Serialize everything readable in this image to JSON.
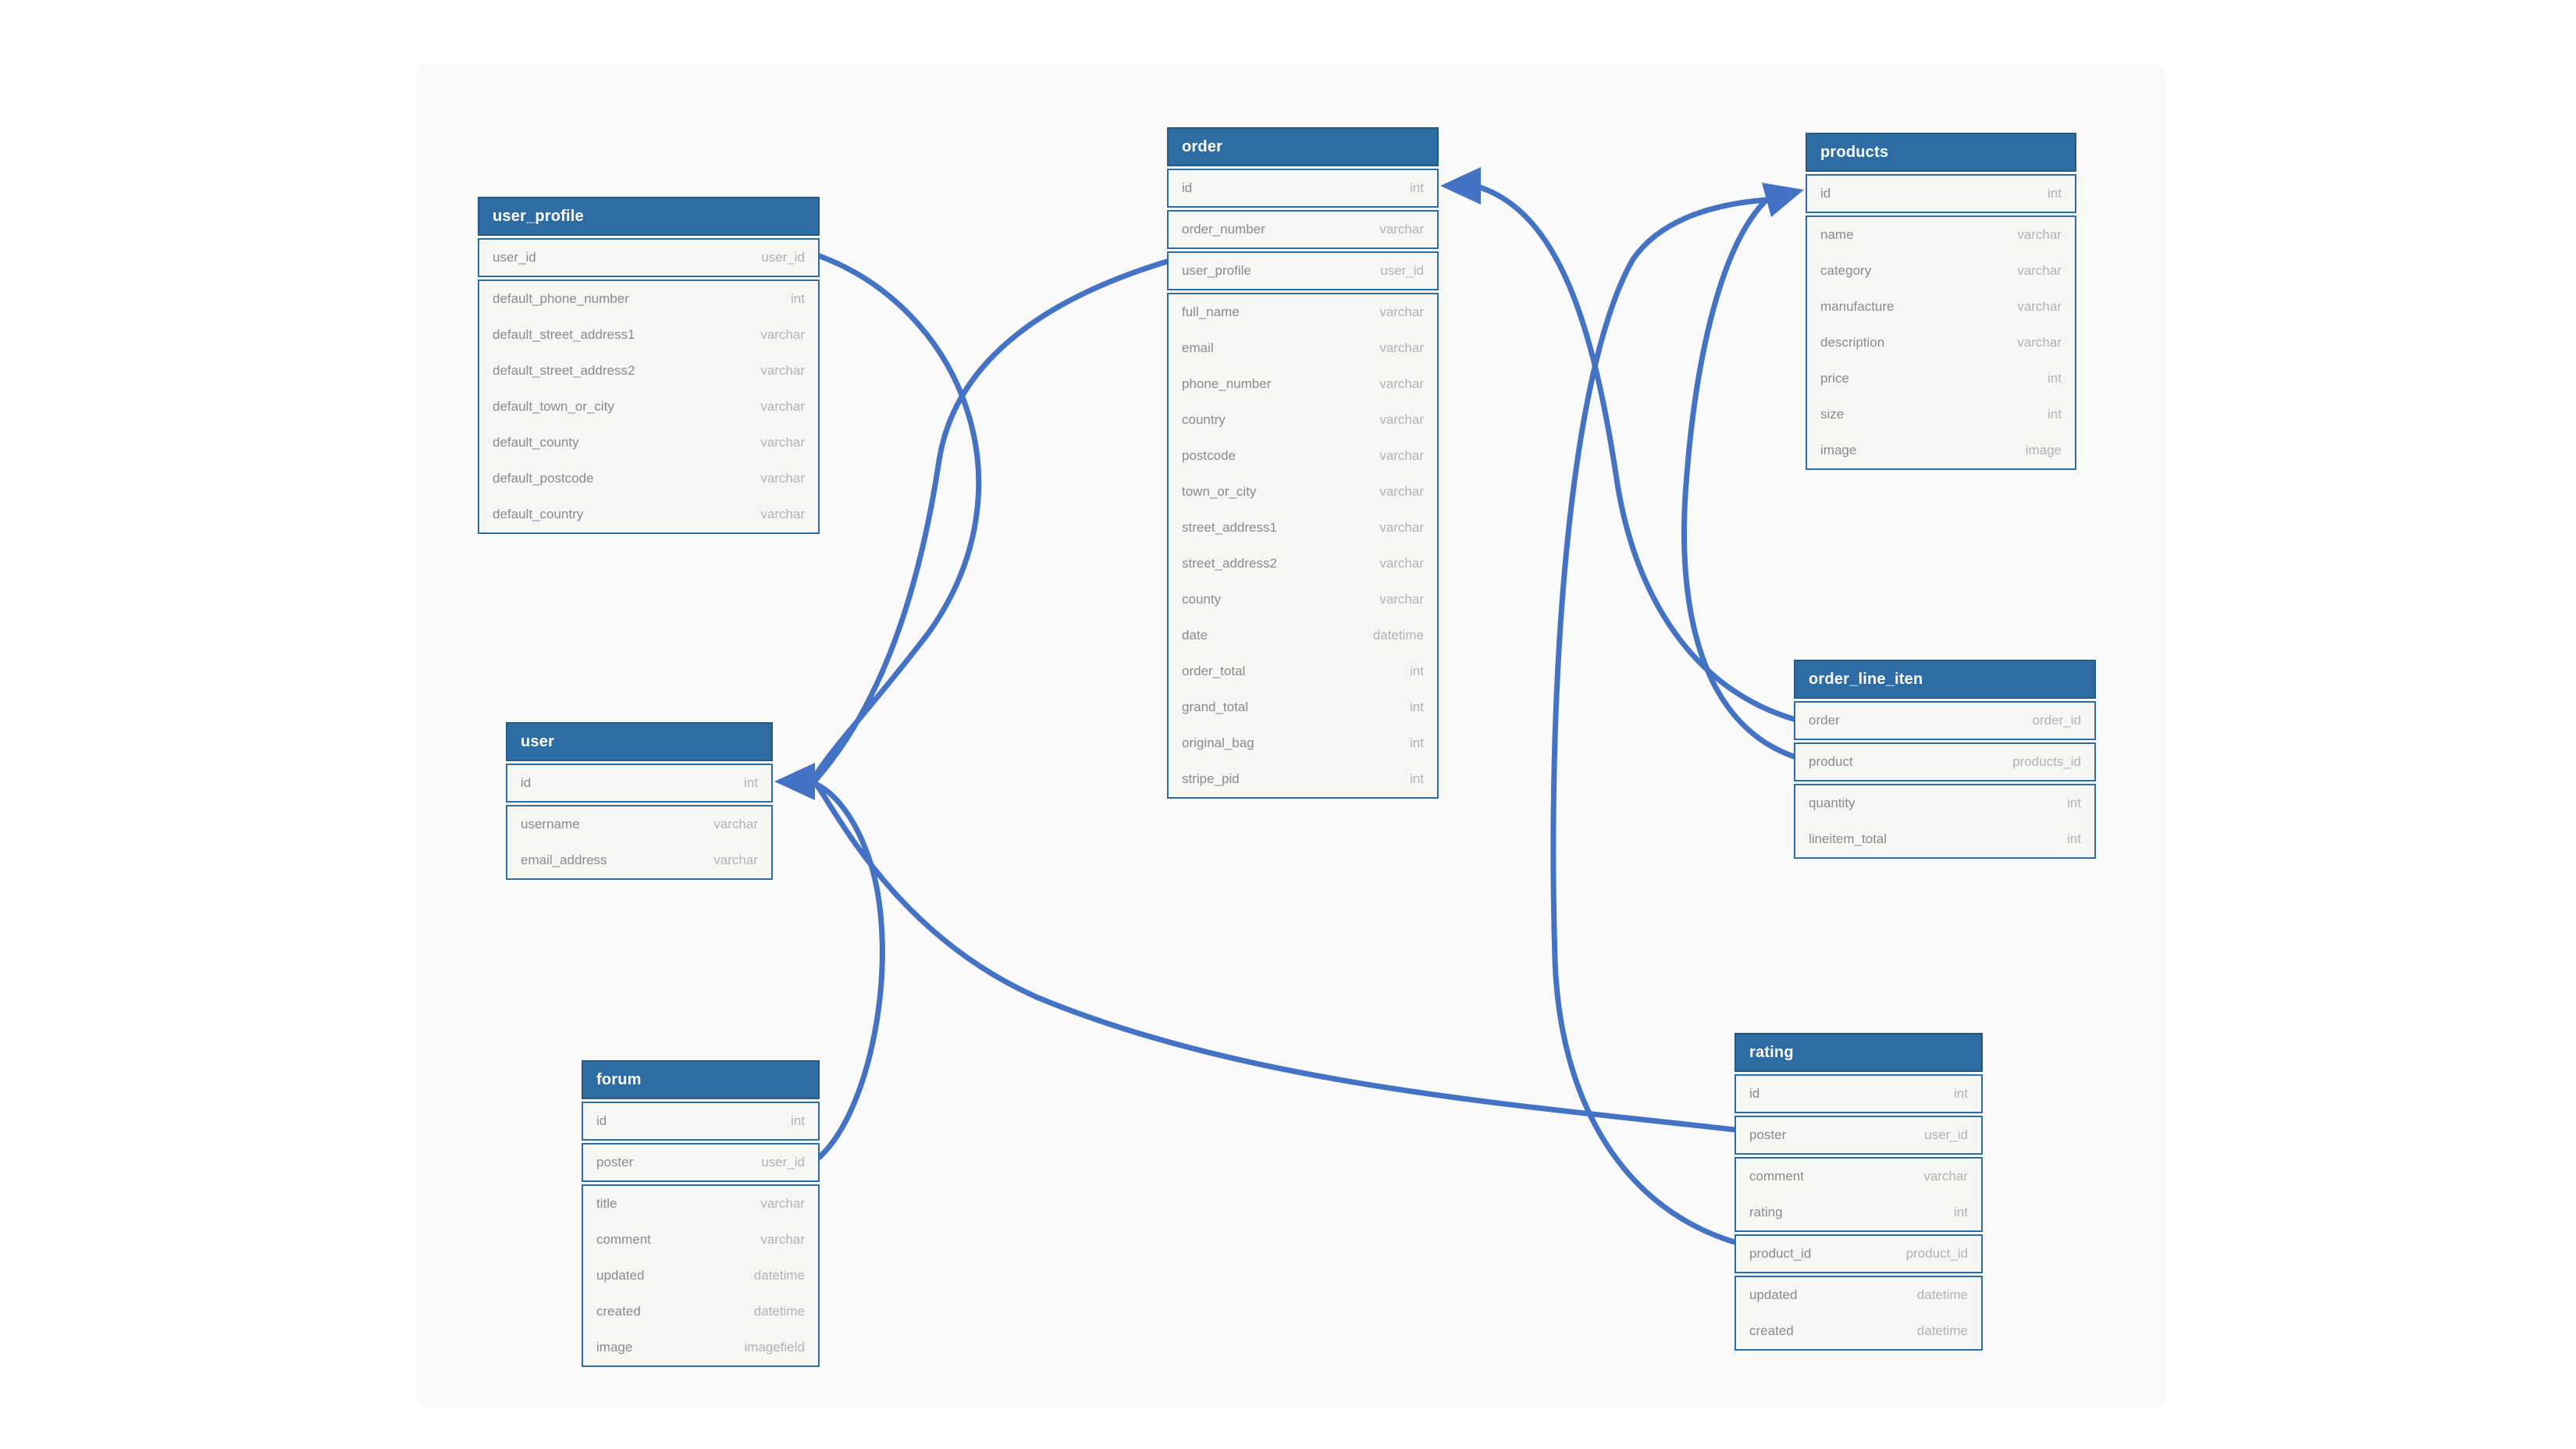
{
  "diagram": {
    "type": "entity-relationship-schema",
    "colors": {
      "header": "#2e6da4",
      "header_border": "#255a85",
      "border": "#2e6da4",
      "row_bg": "#f6f6f5",
      "canvas": "#fafafa",
      "wire": "#4472c4",
      "field_text": "#8b8b8b",
      "type_text": "#b3b3b3",
      "header_text": "#ffffff"
    }
  },
  "tables": [
    {
      "name": "user_profile",
      "fields": [
        {
          "name": "user_id",
          "type": "user_id",
          "boxed": true
        },
        {
          "name": "default_phone_number",
          "type": "int",
          "boxed": false
        },
        {
          "name": "default_street_address1",
          "type": "varchar",
          "boxed": false
        },
        {
          "name": "default_street_address2",
          "type": "varchar",
          "boxed": false
        },
        {
          "name": "default_town_or_city",
          "type": "varchar",
          "boxed": false
        },
        {
          "name": "default_county",
          "type": "varchar",
          "boxed": false
        },
        {
          "name": "default_postcode",
          "type": "varchar",
          "boxed": false
        },
        {
          "name": "default_country",
          "type": "varchar",
          "boxed": false
        }
      ]
    },
    {
      "name": "order",
      "fields": [
        {
          "name": "id",
          "type": "int",
          "boxed": true
        },
        {
          "name": "order_number",
          "type": "varchar",
          "boxed": true
        },
        {
          "name": "user_profile",
          "type": "user_id",
          "boxed": true
        },
        {
          "name": "full_name",
          "type": "varchar",
          "boxed": false
        },
        {
          "name": "email",
          "type": "varchar",
          "boxed": false
        },
        {
          "name": "phone_number",
          "type": "varchar",
          "boxed": false
        },
        {
          "name": "country",
          "type": "varchar",
          "boxed": false
        },
        {
          "name": "postcode",
          "type": "varchar",
          "boxed": false
        },
        {
          "name": "town_or_city",
          "type": "varchar",
          "boxed": false
        },
        {
          "name": "street_address1",
          "type": "varchar",
          "boxed": false
        },
        {
          "name": "street_address2",
          "type": "varchar",
          "boxed": false
        },
        {
          "name": "county",
          "type": "varchar",
          "boxed": false
        },
        {
          "name": "date",
          "type": "datetime",
          "boxed": false
        },
        {
          "name": "order_total",
          "type": "int",
          "boxed": false
        },
        {
          "name": "grand_total",
          "type": "int",
          "boxed": false
        },
        {
          "name": "original_bag",
          "type": "int",
          "boxed": false
        },
        {
          "name": "stripe_pid",
          "type": "int",
          "boxed": false
        }
      ]
    },
    {
      "name": "products",
      "fields": [
        {
          "name": "id",
          "type": "int",
          "boxed": true
        },
        {
          "name": "name",
          "type": "varchar",
          "boxed": false
        },
        {
          "name": "category",
          "type": "varchar",
          "boxed": false
        },
        {
          "name": "manufacture",
          "type": "varchar",
          "boxed": false
        },
        {
          "name": "description",
          "type": "varchar",
          "boxed": false
        },
        {
          "name": "price",
          "type": "int",
          "boxed": false
        },
        {
          "name": "size",
          "type": "int",
          "boxed": false
        },
        {
          "name": "image",
          "type": "image",
          "boxed": false
        }
      ]
    },
    {
      "name": "user",
      "fields": [
        {
          "name": "id",
          "type": "int",
          "boxed": true
        },
        {
          "name": "username",
          "type": "varchar",
          "boxed": false
        },
        {
          "name": "email_address",
          "type": "varchar",
          "boxed": false
        }
      ]
    },
    {
      "name": "order_line_iten",
      "fields": [
        {
          "name": "order",
          "type": "order_id",
          "boxed": true
        },
        {
          "name": "product",
          "type": "products_id",
          "boxed": true
        },
        {
          "name": "quantity",
          "type": "int",
          "boxed": false
        },
        {
          "name": "lineitem_total",
          "type": "int",
          "boxed": false
        }
      ]
    },
    {
      "name": "forum",
      "fields": [
        {
          "name": "id",
          "type": "int",
          "boxed": true
        },
        {
          "name": "poster",
          "type": "user_id",
          "boxed": true
        },
        {
          "name": "title",
          "type": "varchar",
          "boxed": false
        },
        {
          "name": "comment",
          "type": "varchar",
          "boxed": false
        },
        {
          "name": "updated",
          "type": "datetime",
          "boxed": false
        },
        {
          "name": "created",
          "type": "datetime",
          "boxed": false
        },
        {
          "name": "image",
          "type": "imagefield",
          "boxed": false
        }
      ]
    },
    {
      "name": "rating",
      "fields": [
        {
          "name": "id",
          "type": "int",
          "boxed": true
        },
        {
          "name": "poster",
          "type": "user_id",
          "boxed": true
        },
        {
          "name": "comment",
          "type": "varchar",
          "boxed": false
        },
        {
          "name": "rating",
          "type": "int",
          "boxed": false
        },
        {
          "name": "product_id",
          "type": "product_id",
          "boxed": true
        },
        {
          "name": "updated",
          "type": "datetime",
          "boxed": false
        },
        {
          "name": "created",
          "type": "datetime",
          "boxed": false
        }
      ]
    }
  ],
  "connections": [
    {
      "from": "user_profile.user_id",
      "to": "user.id"
    },
    {
      "from": "order.user_profile",
      "to": "user.id"
    },
    {
      "from": "forum.poster",
      "to": "user.id"
    },
    {
      "from": "rating.poster",
      "to": "user.id"
    },
    {
      "from": "order_line_iten.order",
      "to": "order.id"
    },
    {
      "from": "order_line_iten.product",
      "to": "products.id"
    },
    {
      "from": "rating.product_id",
      "to": "products.id"
    }
  ]
}
